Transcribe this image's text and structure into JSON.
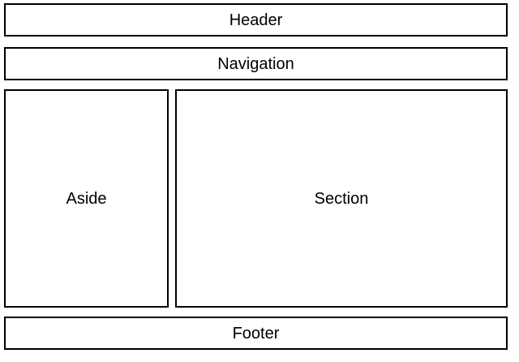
{
  "diagram": {
    "type": "page-layout-diagram",
    "boxes": [
      {
        "id": "header",
        "label": "Header"
      },
      {
        "id": "navigation",
        "label": "Navigation"
      },
      {
        "id": "aside",
        "label": "Aside"
      },
      {
        "id": "section",
        "label": "Section"
      },
      {
        "id": "footer",
        "label": "Footer"
      }
    ],
    "colors": {
      "border": "#000000",
      "background": "#ffffff",
      "text": "#000000"
    }
  }
}
